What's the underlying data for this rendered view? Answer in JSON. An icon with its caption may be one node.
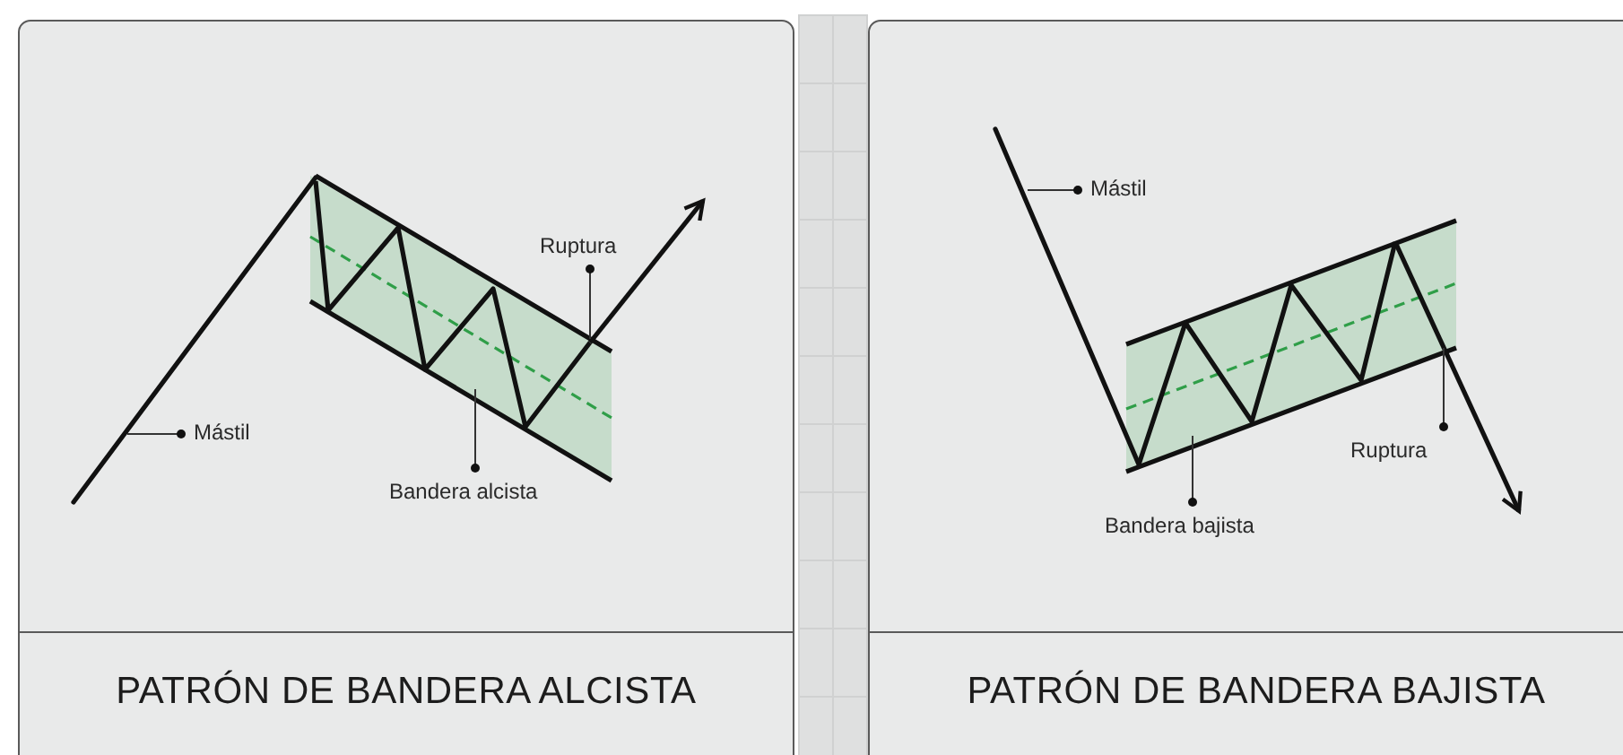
{
  "diagram": {
    "nodes": [
      {
        "text": [
          "PATRÓN DE BANDERA ALCISTA"
        ]
      },
      {
        "text": [
          "Mástil"
        ],
        "in": 0
      },
      {
        "text": [
          "Bandera alcista"
        ],
        "in": 0
      },
      {
        "text": [
          "Ruptura"
        ],
        "in": 0
      },
      {
        "text": [
          "PATRÓN DE BANDERA BAJISTA"
        ]
      },
      {
        "text": [
          "Mástil"
        ],
        "in": 4
      },
      {
        "text": [
          "Bandera bajista"
        ],
        "in": 4
      },
      {
        "text": [
          "Ruptura"
        ],
        "in": 4
      }
    ],
    "edges": [
      {
        "from": 1,
        "to": null,
        "arrow": "other"
      },
      {
        "from": 2,
        "to": null,
        "arrow": "other"
      },
      {
        "from": 3,
        "to": null,
        "arrow": "other"
      },
      {
        "from": 5,
        "to": null,
        "arrow": "other"
      },
      {
        "from": 6,
        "to": null,
        "arrow": "other"
      },
      {
        "from": 7,
        "to": null,
        "arrow": "other"
      }
    ]
  }
}
